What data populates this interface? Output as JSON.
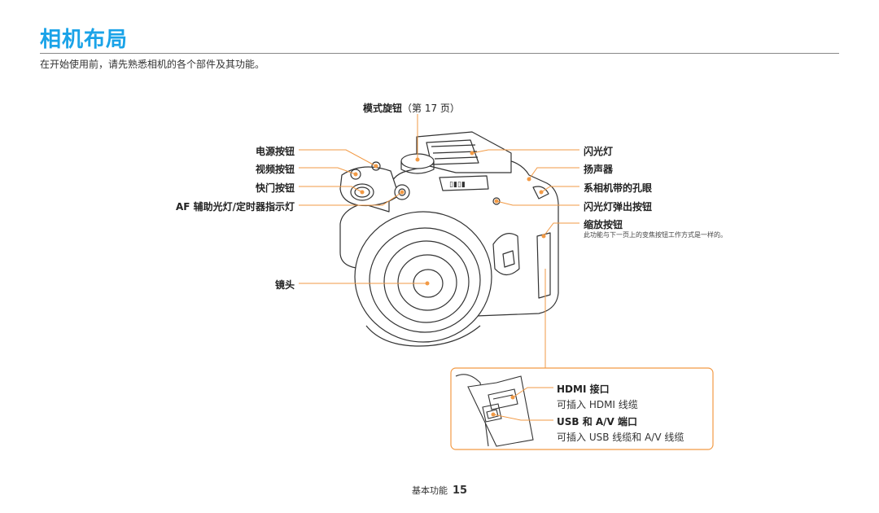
{
  "page": {
    "title": "相机布局",
    "intro": "在开始使用前，请先熟悉相机的各个部件及其功能。"
  },
  "labels": {
    "mode_dial": "模式旋钮",
    "mode_dial_ref": "（第 17 页）",
    "power_button": "电源按钮",
    "video_button": "视频按钮",
    "shutter_button": "快门按钮",
    "af_lamp": "AF 辅助光灯/定时器指示灯",
    "lens": "镜头",
    "flash": "闪光灯",
    "speaker": "扬声器",
    "strap_eyelet": "系相机带的孔眼",
    "flash_popup_button": "闪光灯弹出按钮",
    "zoom_button": "缩放按钮",
    "zoom_note": "此功能与下一页上的变焦按钮工作方式是一样的。"
  },
  "inset": {
    "hdmi_title": "HDMI 接口",
    "hdmi_desc": "可插入 HDMI 线缆",
    "usb_title": "USB 和 A/V 端口",
    "usb_desc": "可插入 USB 线缆和 A/V 线缆"
  },
  "footer": {
    "section": "基本功能",
    "page_number": "15"
  },
  "colors": {
    "accent_blue": "#1aa3e8",
    "callout_orange": "#f29a45"
  }
}
